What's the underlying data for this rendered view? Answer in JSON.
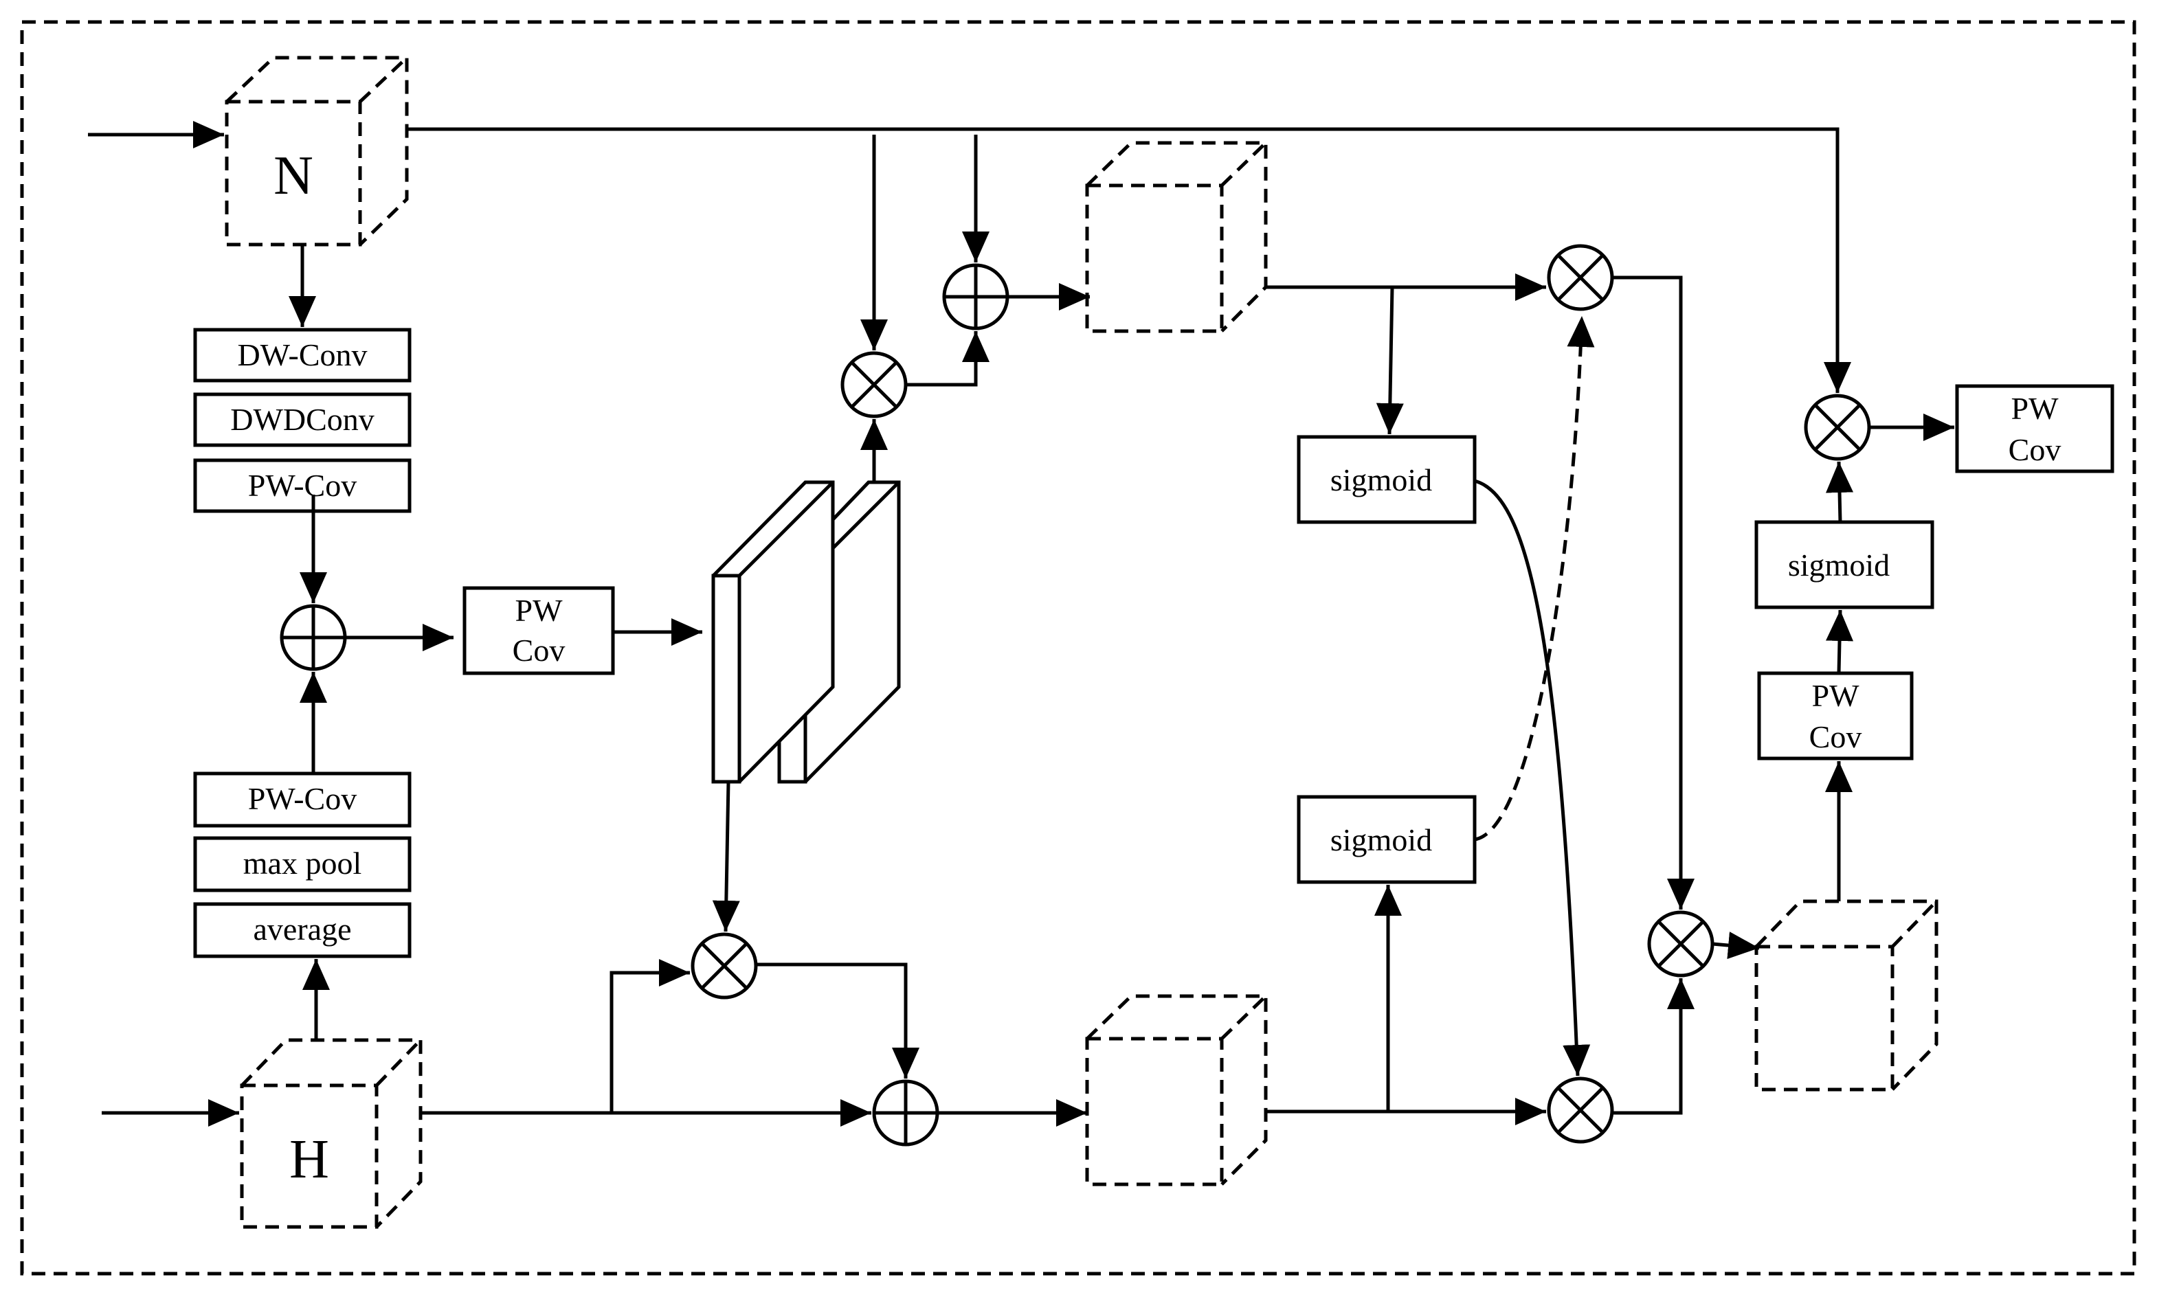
{
  "nodes": {
    "n_input": "N",
    "h_input": "H",
    "dw_conv": "DW-Conv",
    "dwd_conv": "DWDConv",
    "pw_cov_top": "PW-Cov",
    "pw_cov_bottom": "PW-Cov",
    "max_pool": "max pool",
    "average": "average",
    "pw_cov_mid": [
      "PW",
      "Cov"
    ],
    "sigmoid_top": "sigmoid",
    "sigmoid_bottom": "sigmoid",
    "pw_cov_right": [
      "PW",
      "Cov"
    ],
    "sigmoid_right": "sigmoid",
    "pw_cov_output": [
      "PW",
      "Cov"
    ]
  },
  "symbols": {
    "add": "⊕",
    "multiply": "⊗"
  }
}
